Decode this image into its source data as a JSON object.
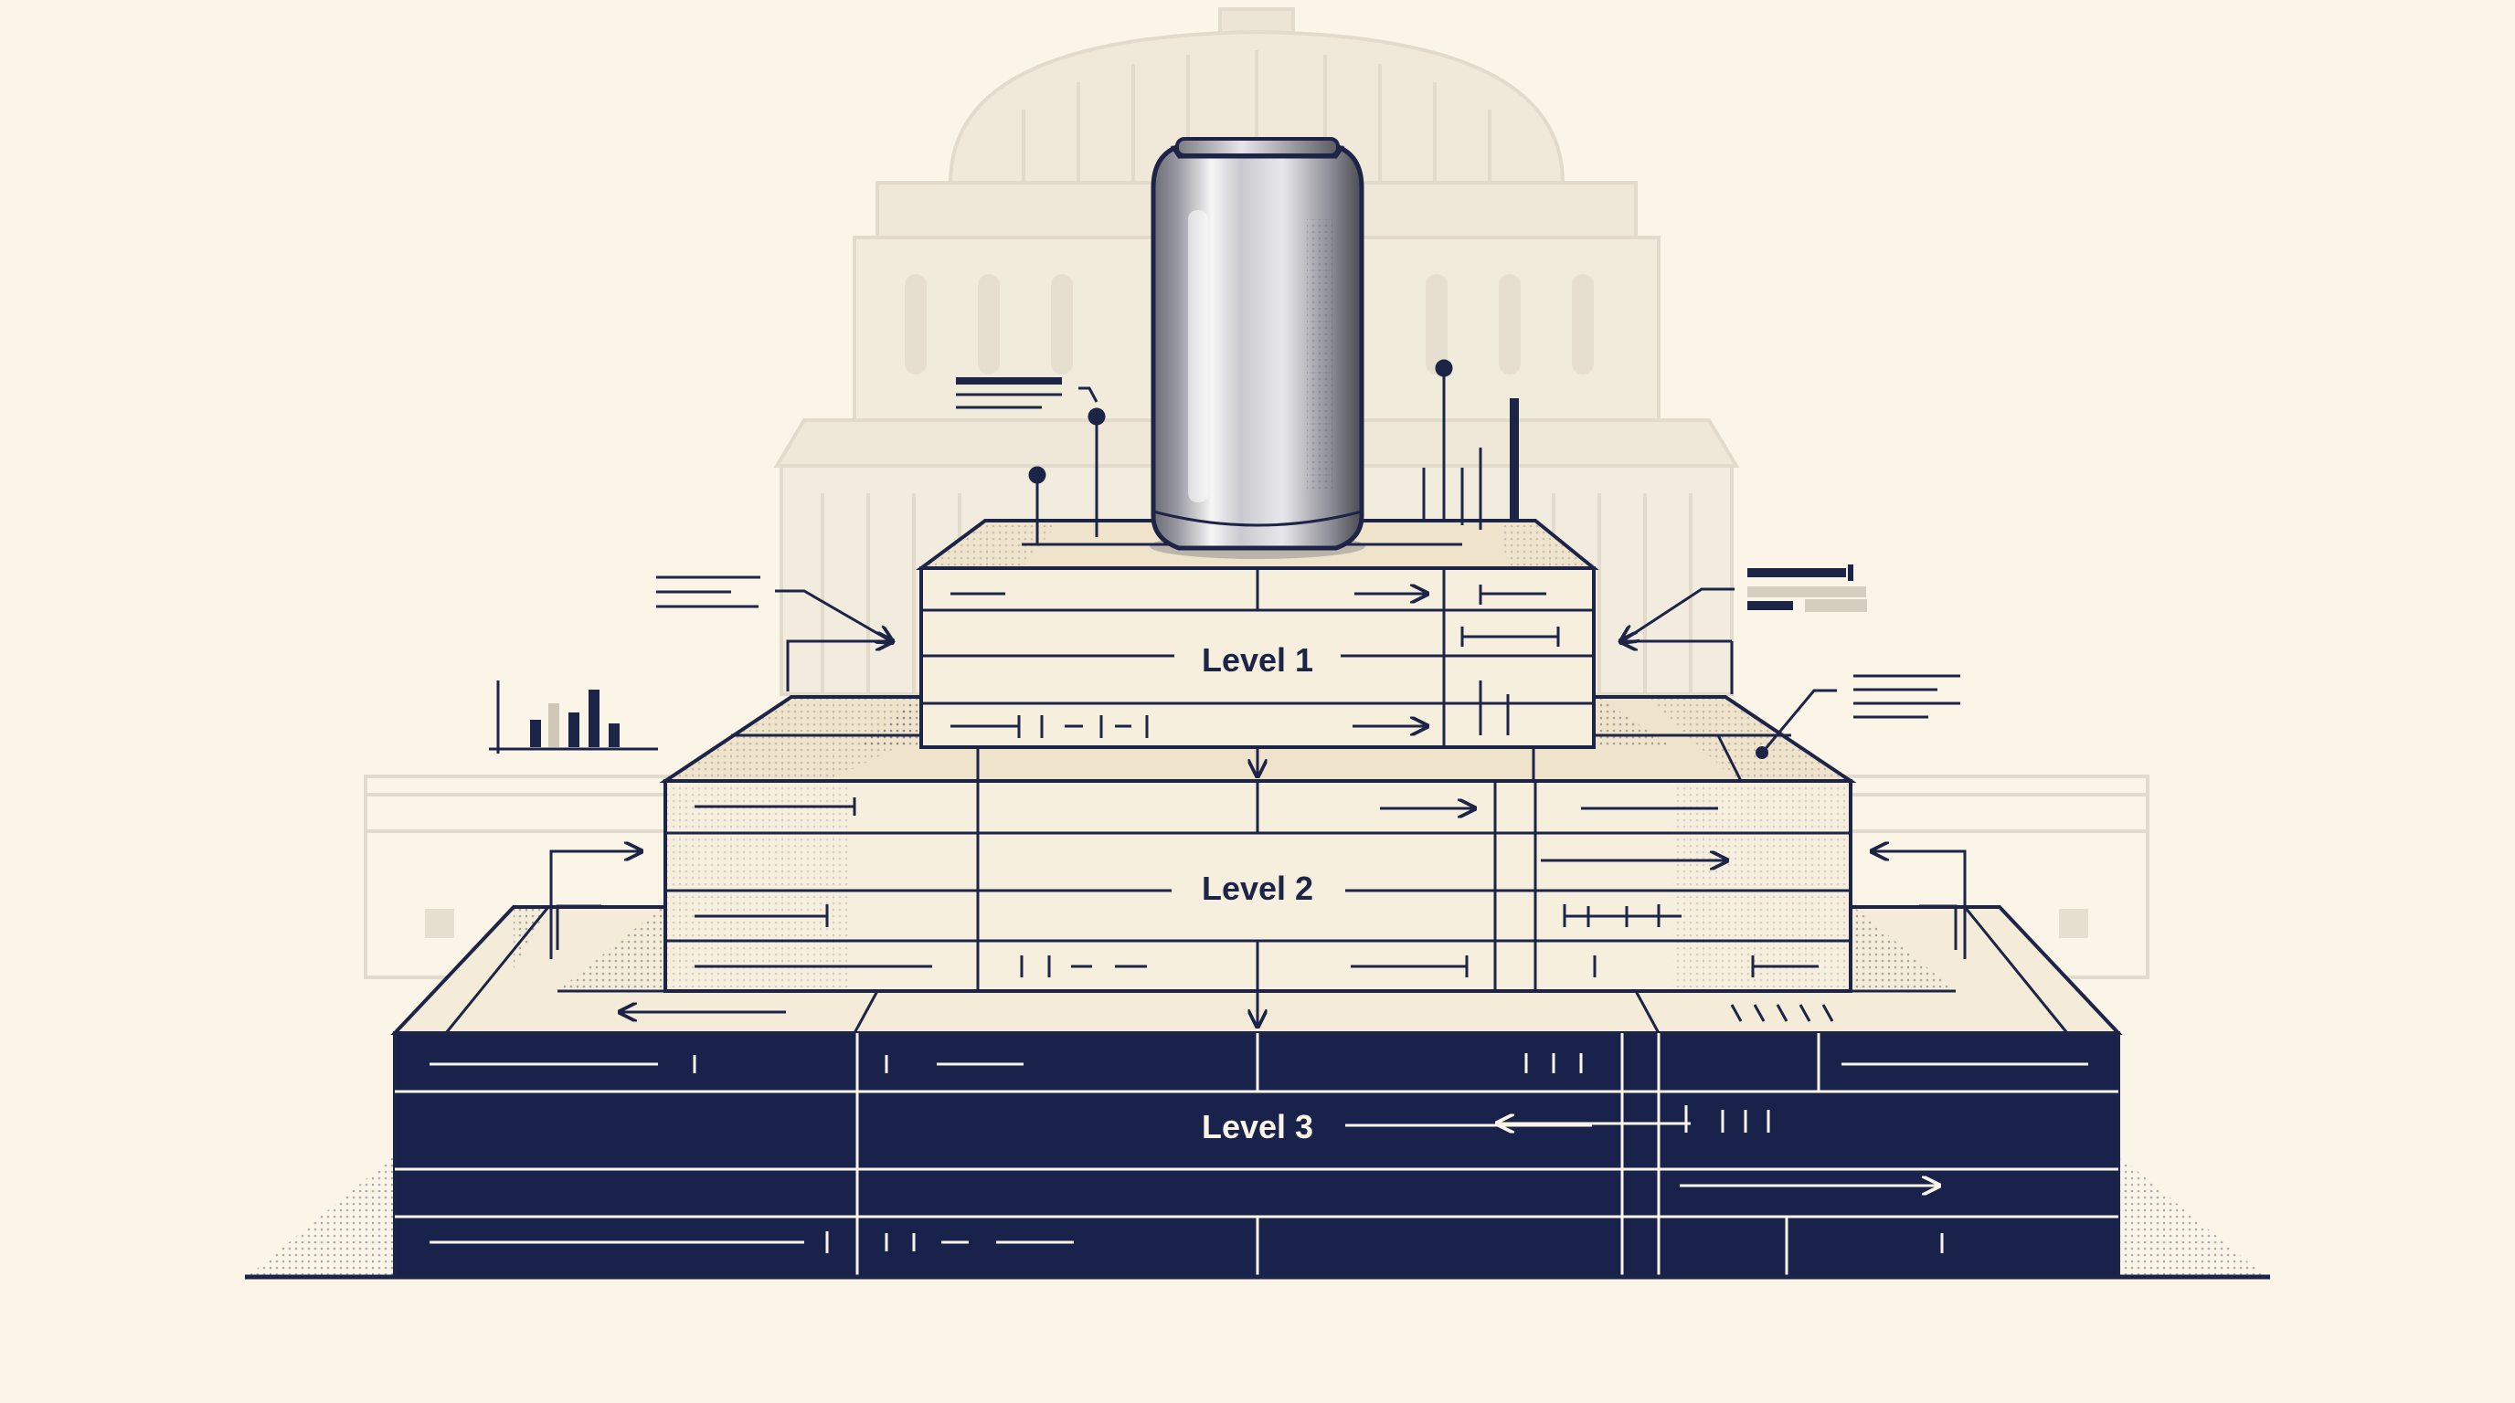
{
  "diagram": {
    "levels": [
      {
        "label": "Level 1"
      },
      {
        "label": "Level 2"
      },
      {
        "label": "Level 3"
      }
    ]
  },
  "colors": {
    "background": "#fbf5e8",
    "ink": "#1c2447",
    "navy": "#18224a",
    "block_face": "#f7efdd",
    "block_top": "#ede3cd",
    "capitol_ghost": "#e2dbcc",
    "can_highlight": "#f4f4f4",
    "can_shadow": "#5c5c66"
  },
  "icons": {
    "background": "capitol-dome-icon",
    "centerpiece": "aluminum-can-icon",
    "chart": "bar-chart-icon"
  }
}
